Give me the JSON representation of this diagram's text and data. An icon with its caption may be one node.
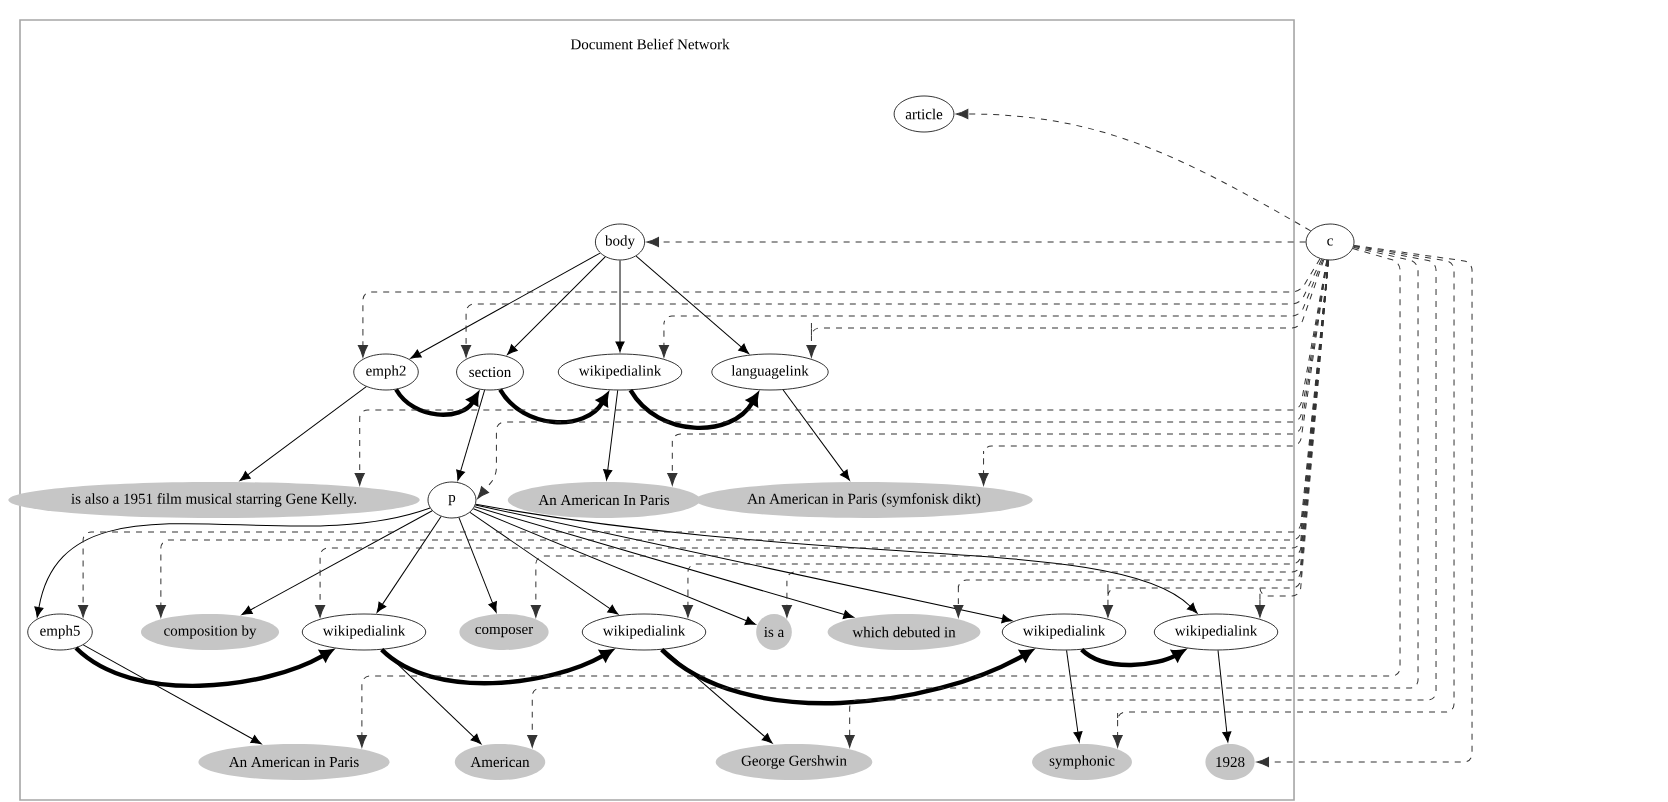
{
  "diagram": {
    "title": "Document Belief Network",
    "nodes": [
      {
        "text": [
          "article"
        ]
      },
      {
        "text": [
          "body"
        ]
      },
      {
        "text": [
          "c"
        ]
      },
      {
        "text": [
          "emph2"
        ]
      },
      {
        "text": [
          "section"
        ]
      },
      {
        "text": [
          "wikipedialink"
        ]
      },
      {
        "text": [
          "languagelink"
        ]
      },
      {
        "text": [
          "is also a 1951 film musical starring Gene Kelly."
        ]
      },
      {
        "text": [
          "p"
        ]
      },
      {
        "text": [
          "An American In Paris"
        ]
      },
      {
        "text": [
          "An American in Paris (symfonisk dikt)"
        ]
      },
      {
        "text": [
          "emph5"
        ]
      },
      {
        "text": [
          "composition by"
        ]
      },
      {
        "text": [
          "wikipedialink"
        ]
      },
      {
        "text": [
          "composer"
        ]
      },
      {
        "text": [
          "wikipedialink"
        ]
      },
      {
        "text": [
          "is a"
        ]
      },
      {
        "text": [
          "which debuted in"
        ]
      },
      {
        "text": [
          "wikipedialink"
        ]
      },
      {
        "text": [
          "wikipedialink"
        ]
      },
      {
        "text": [
          "An American in Paris"
        ]
      },
      {
        "text": [
          "American"
        ]
      },
      {
        "text": [
          "George Gershwin"
        ]
      },
      {
        "text": [
          "symphonic"
        ]
      },
      {
        "text": [
          "1928"
        ]
      }
    ],
    "edges": [
      {
        "from": 1,
        "to": 3,
        "arrow": "to"
      },
      {
        "from": 1,
        "to": 4,
        "arrow": "to"
      },
      {
        "from": 1,
        "to": 5,
        "arrow": "to"
      },
      {
        "from": 1,
        "to": 6,
        "arrow": "to"
      },
      {
        "from": 3,
        "to": 7,
        "arrow": "to"
      },
      {
        "from": 4,
        "to": 8,
        "arrow": "to"
      },
      {
        "from": 5,
        "to": 9,
        "arrow": "to"
      },
      {
        "from": 6,
        "to": 10,
        "arrow": "to"
      },
      {
        "from": 3,
        "to": 4,
        "arrow": "to",
        "style": "thick"
      },
      {
        "from": 4,
        "to": 5,
        "arrow": "to",
        "style": "thick"
      },
      {
        "from": 5,
        "to": 6,
        "arrow": "to",
        "style": "thick"
      },
      {
        "from": 8,
        "to": 11,
        "arrow": "to"
      },
      {
        "from": 8,
        "to": 12,
        "arrow": "to"
      },
      {
        "from": 8,
        "to": 13,
        "arrow": "to"
      },
      {
        "from": 8,
        "to": 14,
        "arrow": "to"
      },
      {
        "from": 8,
        "to": 15,
        "arrow": "to"
      },
      {
        "from": 8,
        "to": 16,
        "arrow": "to"
      },
      {
        "from": 8,
        "to": 17,
        "arrow": "to"
      },
      {
        "from": 8,
        "to": 18,
        "arrow": "to"
      },
      {
        "from": 8,
        "to": 19,
        "arrow": "to"
      },
      {
        "from": 11,
        "to": 20,
        "arrow": "to"
      },
      {
        "from": 13,
        "to": 21,
        "arrow": "to"
      },
      {
        "from": 15,
        "to": 22,
        "arrow": "to"
      },
      {
        "from": 18,
        "to": 23,
        "arrow": "to"
      },
      {
        "from": 19,
        "to": 24,
        "arrow": "to"
      },
      {
        "from": 11,
        "to": 13,
        "arrow": "to",
        "style": "thick"
      },
      {
        "from": 13,
        "to": 15,
        "arrow": "to",
        "style": "thick"
      },
      {
        "from": 15,
        "to": 18,
        "arrow": "to",
        "style": "thick"
      },
      {
        "from": 18,
        "to": 19,
        "arrow": "to",
        "style": "thick"
      },
      {
        "from": 2,
        "to": 0,
        "arrow": "to",
        "style": "dashed"
      },
      {
        "from": 2,
        "to": 1,
        "arrow": "to",
        "style": "dashed"
      },
      {
        "from": 2,
        "to": 3,
        "arrow": "to",
        "style": "dashed"
      },
      {
        "from": 2,
        "to": 4,
        "arrow": "to",
        "style": "dashed"
      },
      {
        "from": 2,
        "to": 5,
        "arrow": "to",
        "style": "dashed"
      },
      {
        "from": 2,
        "to": 6,
        "arrow": "to",
        "style": "dashed"
      },
      {
        "from": 2,
        "to": 7,
        "arrow": "to",
        "style": "dashed"
      },
      {
        "from": 2,
        "to": 8,
        "arrow": "to",
        "style": "dashed"
      },
      {
        "from": 2,
        "to": 9,
        "arrow": "to",
        "style": "dashed"
      },
      {
        "from": 2,
        "to": 10,
        "arrow": "to",
        "style": "dashed"
      },
      {
        "from": 2,
        "to": 11,
        "arrow": "to",
        "style": "dashed"
      },
      {
        "from": 2,
        "to": 12,
        "arrow": "to",
        "style": "dashed"
      },
      {
        "from": 2,
        "to": 13,
        "arrow": "to",
        "style": "dashed"
      },
      {
        "from": 2,
        "to": 14,
        "arrow": "to",
        "style": "dashed"
      },
      {
        "from": 2,
        "to": 15,
        "arrow": "to",
        "style": "dashed"
      },
      {
        "from": 2,
        "to": 16,
        "arrow": "to",
        "style": "dashed"
      },
      {
        "from": 2,
        "to": 17,
        "arrow": "to",
        "style": "dashed"
      },
      {
        "from": 2,
        "to": 18,
        "arrow": "to",
        "style": "dashed"
      },
      {
        "from": 2,
        "to": 19,
        "arrow": "to",
        "style": "dashed"
      },
      {
        "from": 2,
        "to": 20,
        "arrow": "to",
        "style": "dashed"
      },
      {
        "from": 2,
        "to": 21,
        "arrow": "to",
        "style": "dashed"
      },
      {
        "from": 2,
        "to": 22,
        "arrow": "to",
        "style": "dashed"
      },
      {
        "from": 2,
        "to": 23,
        "arrow": "to",
        "style": "dashed"
      },
      {
        "from": 2,
        "to": 24,
        "arrow": "to",
        "style": "dashed"
      }
    ]
  }
}
